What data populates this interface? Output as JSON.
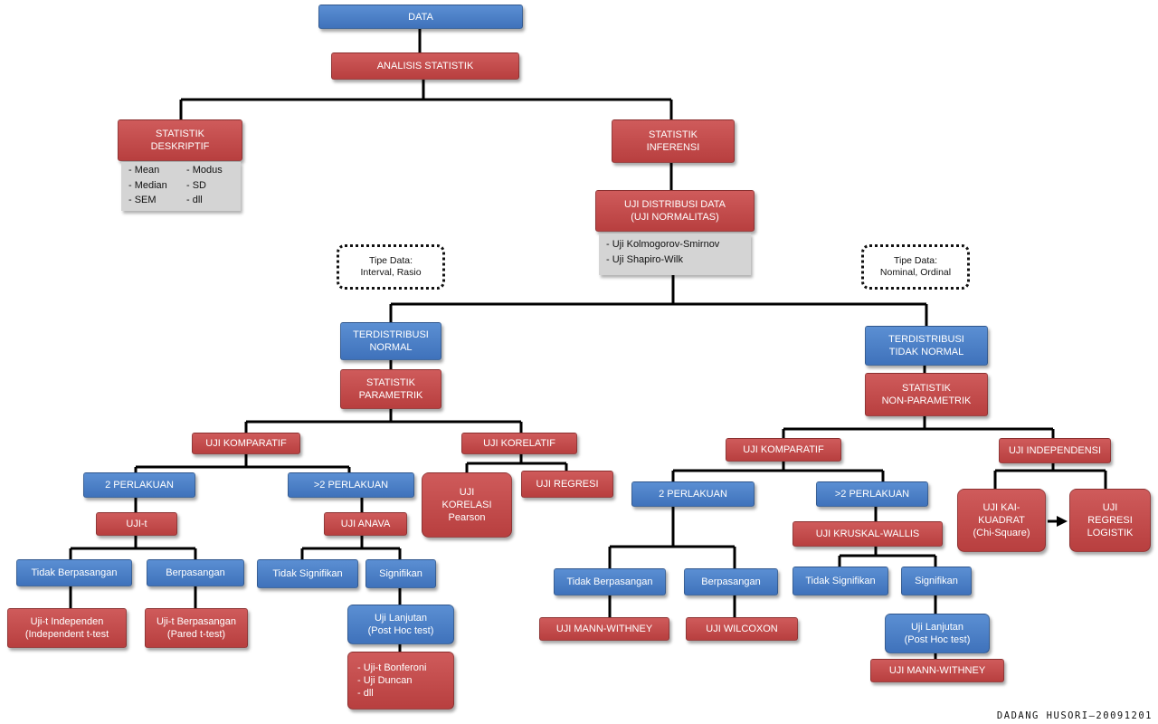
{
  "nodes": {
    "data": "DATA",
    "analisis": "ANALISIS STATISTIK",
    "deskriptif": [
      "STATISTIK",
      "DESKRIPTIF"
    ],
    "inferensi": [
      "STATISTIK",
      "INFERENSI"
    ],
    "uji_distribusi": [
      "UJI DISTRIBUSI DATA",
      "(UJI NORMALITAS)"
    ],
    "normal": [
      "TERDISTRIBUSI",
      "NORMAL"
    ],
    "tidak_normal": [
      "TERDISTRIBUSI",
      "TIDAK NORMAL"
    ],
    "parametrik": [
      "STATISTIK",
      "PARAMETRIK"
    ],
    "non_parametrik": [
      "STATISTIK",
      "NON-PARAMETRIK"
    ],
    "p_komparatif": "UJI KOMPARATIF",
    "p_korelatif": "UJI KORELATIF",
    "p_2perlakuan": "2 PERLAKUAN",
    "p_gt2perlakuan": ">2 PERLAKUAN",
    "p_ujit": "UJI-t",
    "p_anava": "UJI ANAVA",
    "p_korelasi": [
      "UJI",
      "KORELASI",
      "Pearson"
    ],
    "p_regresi": "UJI REGRESI",
    "p_tidak_berpasangan": "Tidak Berpasangan",
    "p_berpasangan": "Berpasangan",
    "p_tidak_signifikan": "Tidak Signifikan",
    "p_signifikan": "Signifikan",
    "p_independen": [
      "Uji-t Independen",
      "(Independent  t-test"
    ],
    "p_berpasangan_test": [
      "Uji-t Berpasangan",
      "(Pared t-test)"
    ],
    "p_lanjutan": [
      "Uji Lanjutan",
      "(Post Hoc test)"
    ],
    "p_lanjutan_list": [
      "- Uji-t Bonferoni",
      "- Uji Duncan",
      "- dll"
    ],
    "n_komparatif": "UJI KOMPARATIF",
    "n_independensi": "UJI INDEPENDENSI",
    "n_2perlakuan": "2 PERLAKUAN",
    "n_gt2perlakuan": ">2 PERLAKUAN",
    "n_kruskal": "UJI KRUSKAL-WALLIS",
    "n_tidak_berpasangan": "Tidak Berpasangan",
    "n_berpasangan": "Berpasangan",
    "n_tidak_signifikan": "Tidak Signifikan",
    "n_signifikan": "Signifikan",
    "n_mann": "UJI MANN-WITHNEY",
    "n_wilcoxon": "UJI WILCOXON",
    "n_lanjutan": [
      "Uji Lanjutan",
      "(Post Hoc test)"
    ],
    "n_mann2": "UJI MANN-WITHNEY",
    "n_kai": [
      "UJI KAI-",
      "KUADRAT",
      "(Chi-Square)"
    ],
    "n_logistik": [
      "UJI",
      "REGRESI",
      "LOGISTIK"
    ]
  },
  "deskriptif_list": [
    "-  Mean",
    "- Modus",
    "-  Median",
    "- SD",
    "-  SEM",
    "- dll"
  ],
  "normalitas_list": [
    "- Uji Kolmogorov-Smirnov",
    "- Uji Shapiro-Wilk"
  ],
  "tips": {
    "parametrik": [
      "Tipe Data:",
      "Interval, Rasio"
    ],
    "nonparametrik": [
      "Tipe Data:",
      "Nominal, Ordinal"
    ]
  },
  "credit": "DADANG HUSORI—20091201",
  "colors": {
    "blue": "#4a7fc6",
    "red": "#c04848",
    "grey": "#d4d4d4"
  }
}
